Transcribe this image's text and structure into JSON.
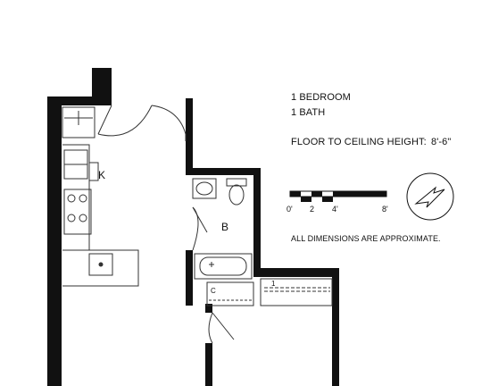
{
  "info": {
    "bedrooms": "1 BEDROOM",
    "baths": "1 BATH",
    "ceiling_label": "FLOOR TO CEILING HEIGHT:",
    "ceiling_value": "8'-6\"",
    "disclaimer": "ALL DIMENSIONS ARE APPROXIMATE."
  },
  "scale": {
    "tick_0": "0'",
    "tick_2": "2",
    "tick_4": "4'",
    "tick_8": "8'"
  },
  "rooms": {
    "kitchen": "K",
    "bath": "B",
    "closet": "C",
    "linen_closet": "1"
  },
  "colors": {
    "wall": "#111111",
    "line": "#333333",
    "paper": "#ffffff"
  }
}
